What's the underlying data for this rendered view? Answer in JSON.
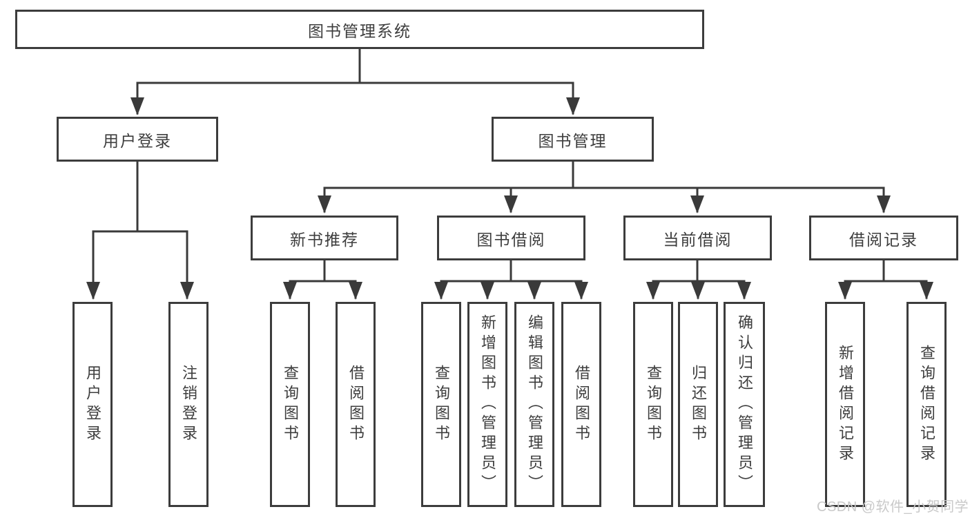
{
  "diagram": {
    "title": "图书管理系统",
    "type": "functional-structure-tree",
    "nodes": {
      "root": {
        "label": "图书管理系统"
      },
      "user_login_module": {
        "label": "用户登录"
      },
      "book_mgmt_module": {
        "label": "图书管理"
      },
      "login": {
        "label": "用户登录"
      },
      "logout": {
        "label": "注销登录"
      },
      "new_book_rec": {
        "label": "新书推荐"
      },
      "book_borrow": {
        "label": "图书借阅"
      },
      "current_borrow": {
        "label": "当前借阅"
      },
      "borrow_record": {
        "label": "借阅记录"
      },
      "nbr_query_book": {
        "label": "查询图书"
      },
      "nbr_borrow_book": {
        "label": "借阅图书"
      },
      "bb_query_book": {
        "label": "查询图书"
      },
      "bb_add_book": {
        "label": "新增图书（管理员）"
      },
      "bb_edit_book": {
        "label": "编辑图书（管理员）"
      },
      "bb_borrow_book": {
        "label": "借阅图书"
      },
      "cb_query_book": {
        "label": "查询图书"
      },
      "cb_return_book": {
        "label": "归还图书"
      },
      "cb_confirm_return": {
        "label": "确认归还（管理员）"
      },
      "br_add_record": {
        "label": "新增借阅记录"
      },
      "br_query_record": {
        "label": "查询借阅记录"
      }
    },
    "hierarchy": {
      "图书管理系统": {
        "用户登录": [
          "用户登录",
          "注销登录"
        ],
        "图书管理": {
          "新书推荐": [
            "查询图书",
            "借阅图书"
          ],
          "图书借阅": [
            "查询图书",
            "新增图书（管理员）",
            "编辑图书（管理员）",
            "借阅图书"
          ],
          "当前借阅": [
            "查询图书",
            "归还图书",
            "确认归还（管理员）"
          ],
          "借阅记录": [
            "新增借阅记录",
            "查询借阅记录"
          ]
        }
      }
    },
    "colors": {
      "box_border": "#3c3c3c",
      "line": "#3a3a3a",
      "text": "#3d3d3d",
      "background": "#ffffff",
      "watermark_text": "#c9c9c9"
    }
  },
  "watermark": {
    "text": "CSDN @软件_小贺同学"
  }
}
